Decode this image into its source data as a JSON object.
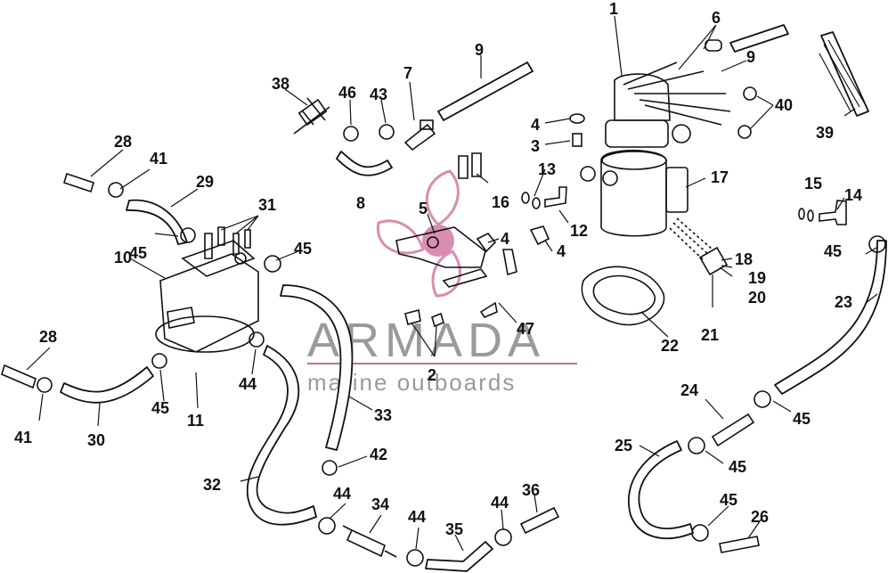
{
  "watermark": {
    "brand": "ARMADA",
    "tagline": "marine outboards",
    "logo_color": "#d98db0",
    "text_color": "#9a9a9a",
    "underline_color": "#c86a98"
  },
  "callouts": {
    "c1": "1",
    "c2": "2",
    "c3": "3",
    "c4a": "4",
    "c4b": "4",
    "c4c": "4",
    "c5": "5",
    "c6": "6",
    "c7": "7",
    "c8": "8",
    "c9a": "9",
    "c9b": "9",
    "c10": "10",
    "c11": "11",
    "c12": "12",
    "c13": "13",
    "c14": "14",
    "c15": "15",
    "c16": "16",
    "c17": "17",
    "c18": "18",
    "c19": "19",
    "c20": "20",
    "c21": "21",
    "c22": "22",
    "c23": "23",
    "c24": "24",
    "c25": "25",
    "c26": "26",
    "c28a": "28",
    "c28b": "28",
    "c29": "29",
    "c30": "30",
    "c31": "31",
    "c32": "32",
    "c33": "33",
    "c34": "34",
    "c35": "35",
    "c36": "36",
    "c38": "38",
    "c39": "39",
    "c40": "40",
    "c41a": "41",
    "c41b": "41",
    "c42": "42",
    "c43": "43",
    "c44a": "44",
    "c44b": "44",
    "c44c": "44",
    "c44d": "44",
    "c45a": "45",
    "c45b": "45",
    "c45c": "45",
    "c45d": "45",
    "c45e": "45",
    "c45f": "45",
    "c45g": "45",
    "c46": "46",
    "c47": "47"
  }
}
